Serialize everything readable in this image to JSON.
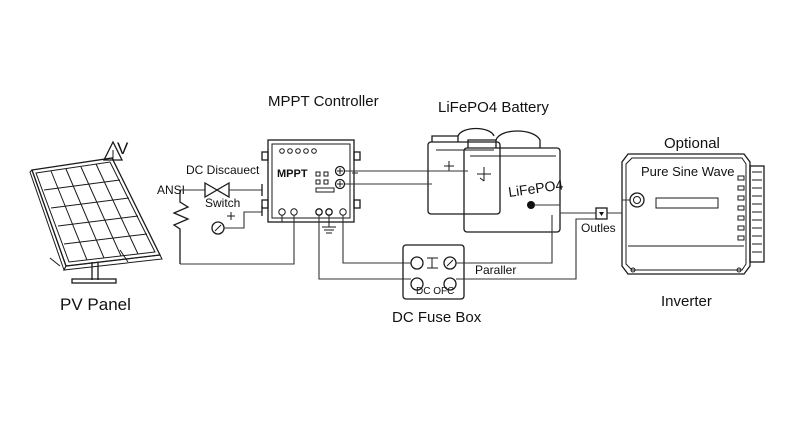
{
  "labels": {
    "pv_panel": "PV Panel",
    "voltage": "V",
    "dc_disconnect": "DC Discauect",
    "ansi": "ANSI",
    "switch": "Switch",
    "mppt_controller": "MPPT Controller",
    "mppt_display": "MPPT",
    "battery_title": "LiFePO4 Battery",
    "battery_body": "LiFePO4",
    "optional": "Optional",
    "pure_sine": "Pure Sine Wave",
    "outles": "Outles",
    "inverter": "Inverter",
    "paraller": "Paraller",
    "dc_ofc": "DC OFC",
    "fuse_box": "DC Fuse Box"
  }
}
